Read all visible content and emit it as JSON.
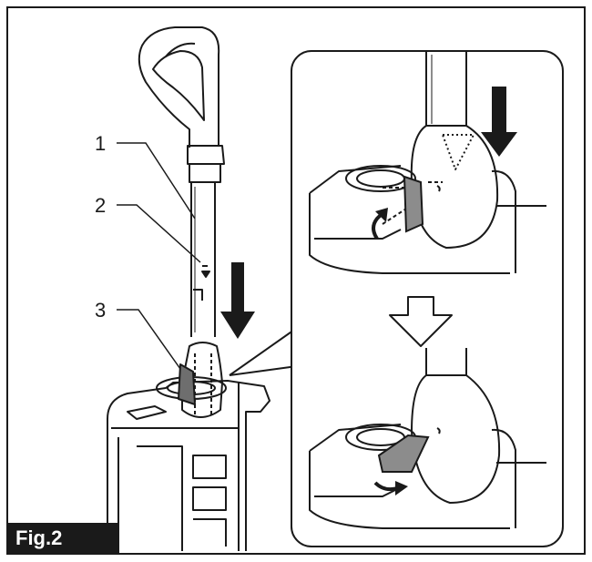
{
  "figure": {
    "label": "Fig.2",
    "callouts": [
      {
        "id": "callout-1",
        "text": "1"
      },
      {
        "id": "callout-2",
        "text": "2"
      },
      {
        "id": "callout-3",
        "text": "3"
      }
    ]
  },
  "colors": {
    "line": "#1a1a1a",
    "label_bg": "#1a1a1a",
    "label_text": "#ffffff",
    "latch_fill": "#8c8c8c",
    "latch_fill_dark": "#6e6e6e"
  },
  "icons": [
    "down-arrow-icon",
    "hollow-down-arrow-icon",
    "curved-arrow-icon"
  ]
}
